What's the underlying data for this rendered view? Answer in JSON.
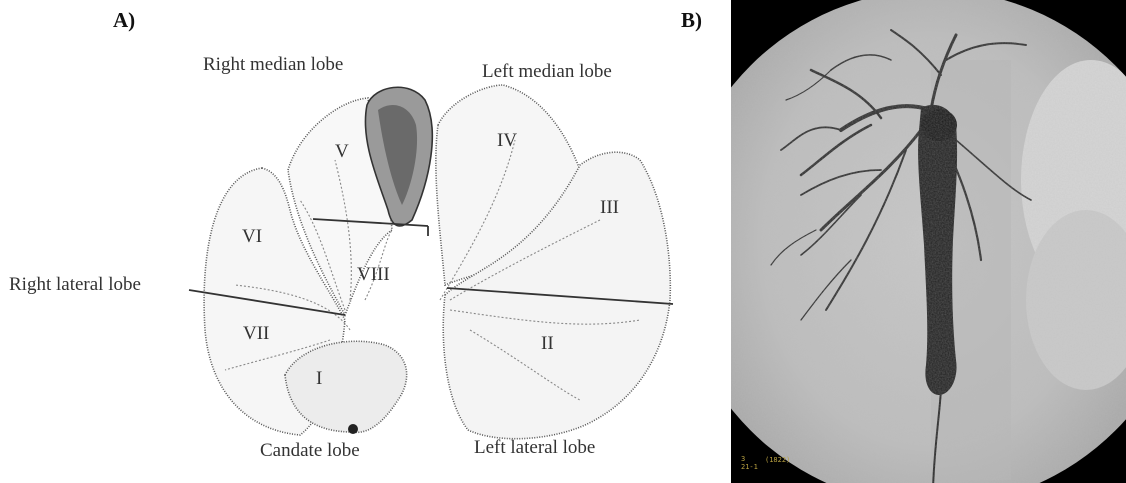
{
  "panel_a": {
    "letter": "A)",
    "lobe_labels": {
      "right_median": "Right median lobe",
      "left_median": "Left median lobe",
      "right_lateral": "Right lateral lobe",
      "caudate": "Candate lobe",
      "left_lateral": "Left lateral lobe"
    },
    "segments": {
      "s1": "I",
      "s2": "II",
      "s3": "III",
      "s4": "IV",
      "s5": "V",
      "s6": "VI",
      "s7": "VII",
      "s8": "VIII"
    }
  },
  "panel_b": {
    "letter": "B)",
    "overlay": {
      "line1": "3",
      "line2": "21-1",
      "code": "(1822)"
    }
  }
}
